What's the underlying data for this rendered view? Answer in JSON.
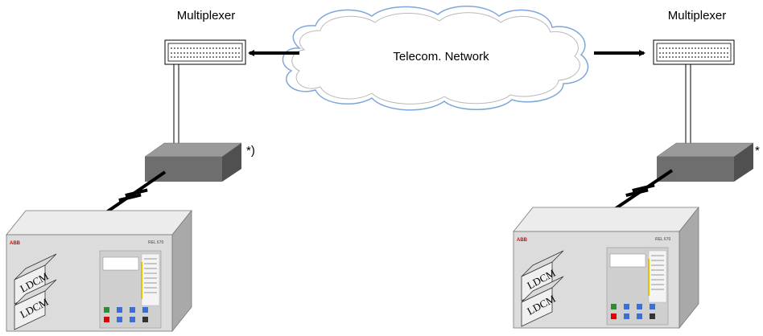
{
  "labels": {
    "mux_left": "Multiplexer",
    "mux_right": "Multiplexer",
    "network": "Telecom. Network",
    "note_left": "*)",
    "note_right": "*"
  },
  "ied": {
    "brand": "ABB",
    "model": "REL 670",
    "module_label": "LDCM"
  },
  "colors": {
    "cloud_outline": "#7fa6d8",
    "cloud_inner": "#b9b9b9",
    "converter": "#6e6e6e",
    "ied_body": "#dcdcdc",
    "ied_side": "#a9a9a9",
    "accent": "#e00000"
  }
}
